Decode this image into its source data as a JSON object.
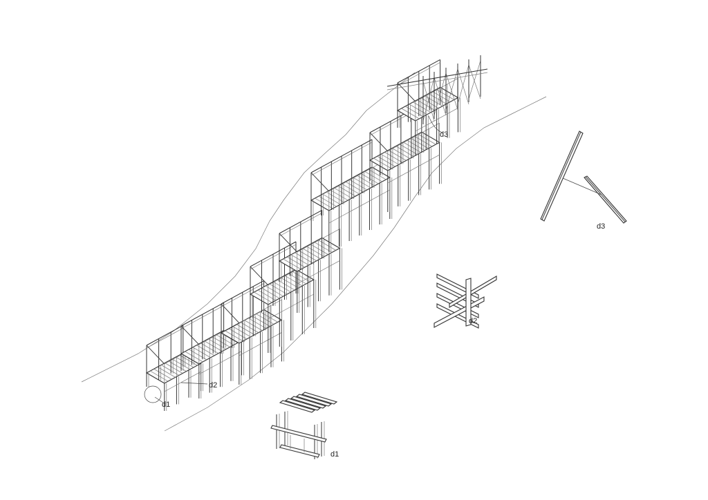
{
  "labels": {
    "main_d1": "d1",
    "main_d2": "d2",
    "main_d3": "d3",
    "detail_d1": "d1",
    "detail_d2": "d2",
    "detail_d3": "d3"
  },
  "colors": {
    "line": "#444444",
    "background": "#ffffff"
  }
}
